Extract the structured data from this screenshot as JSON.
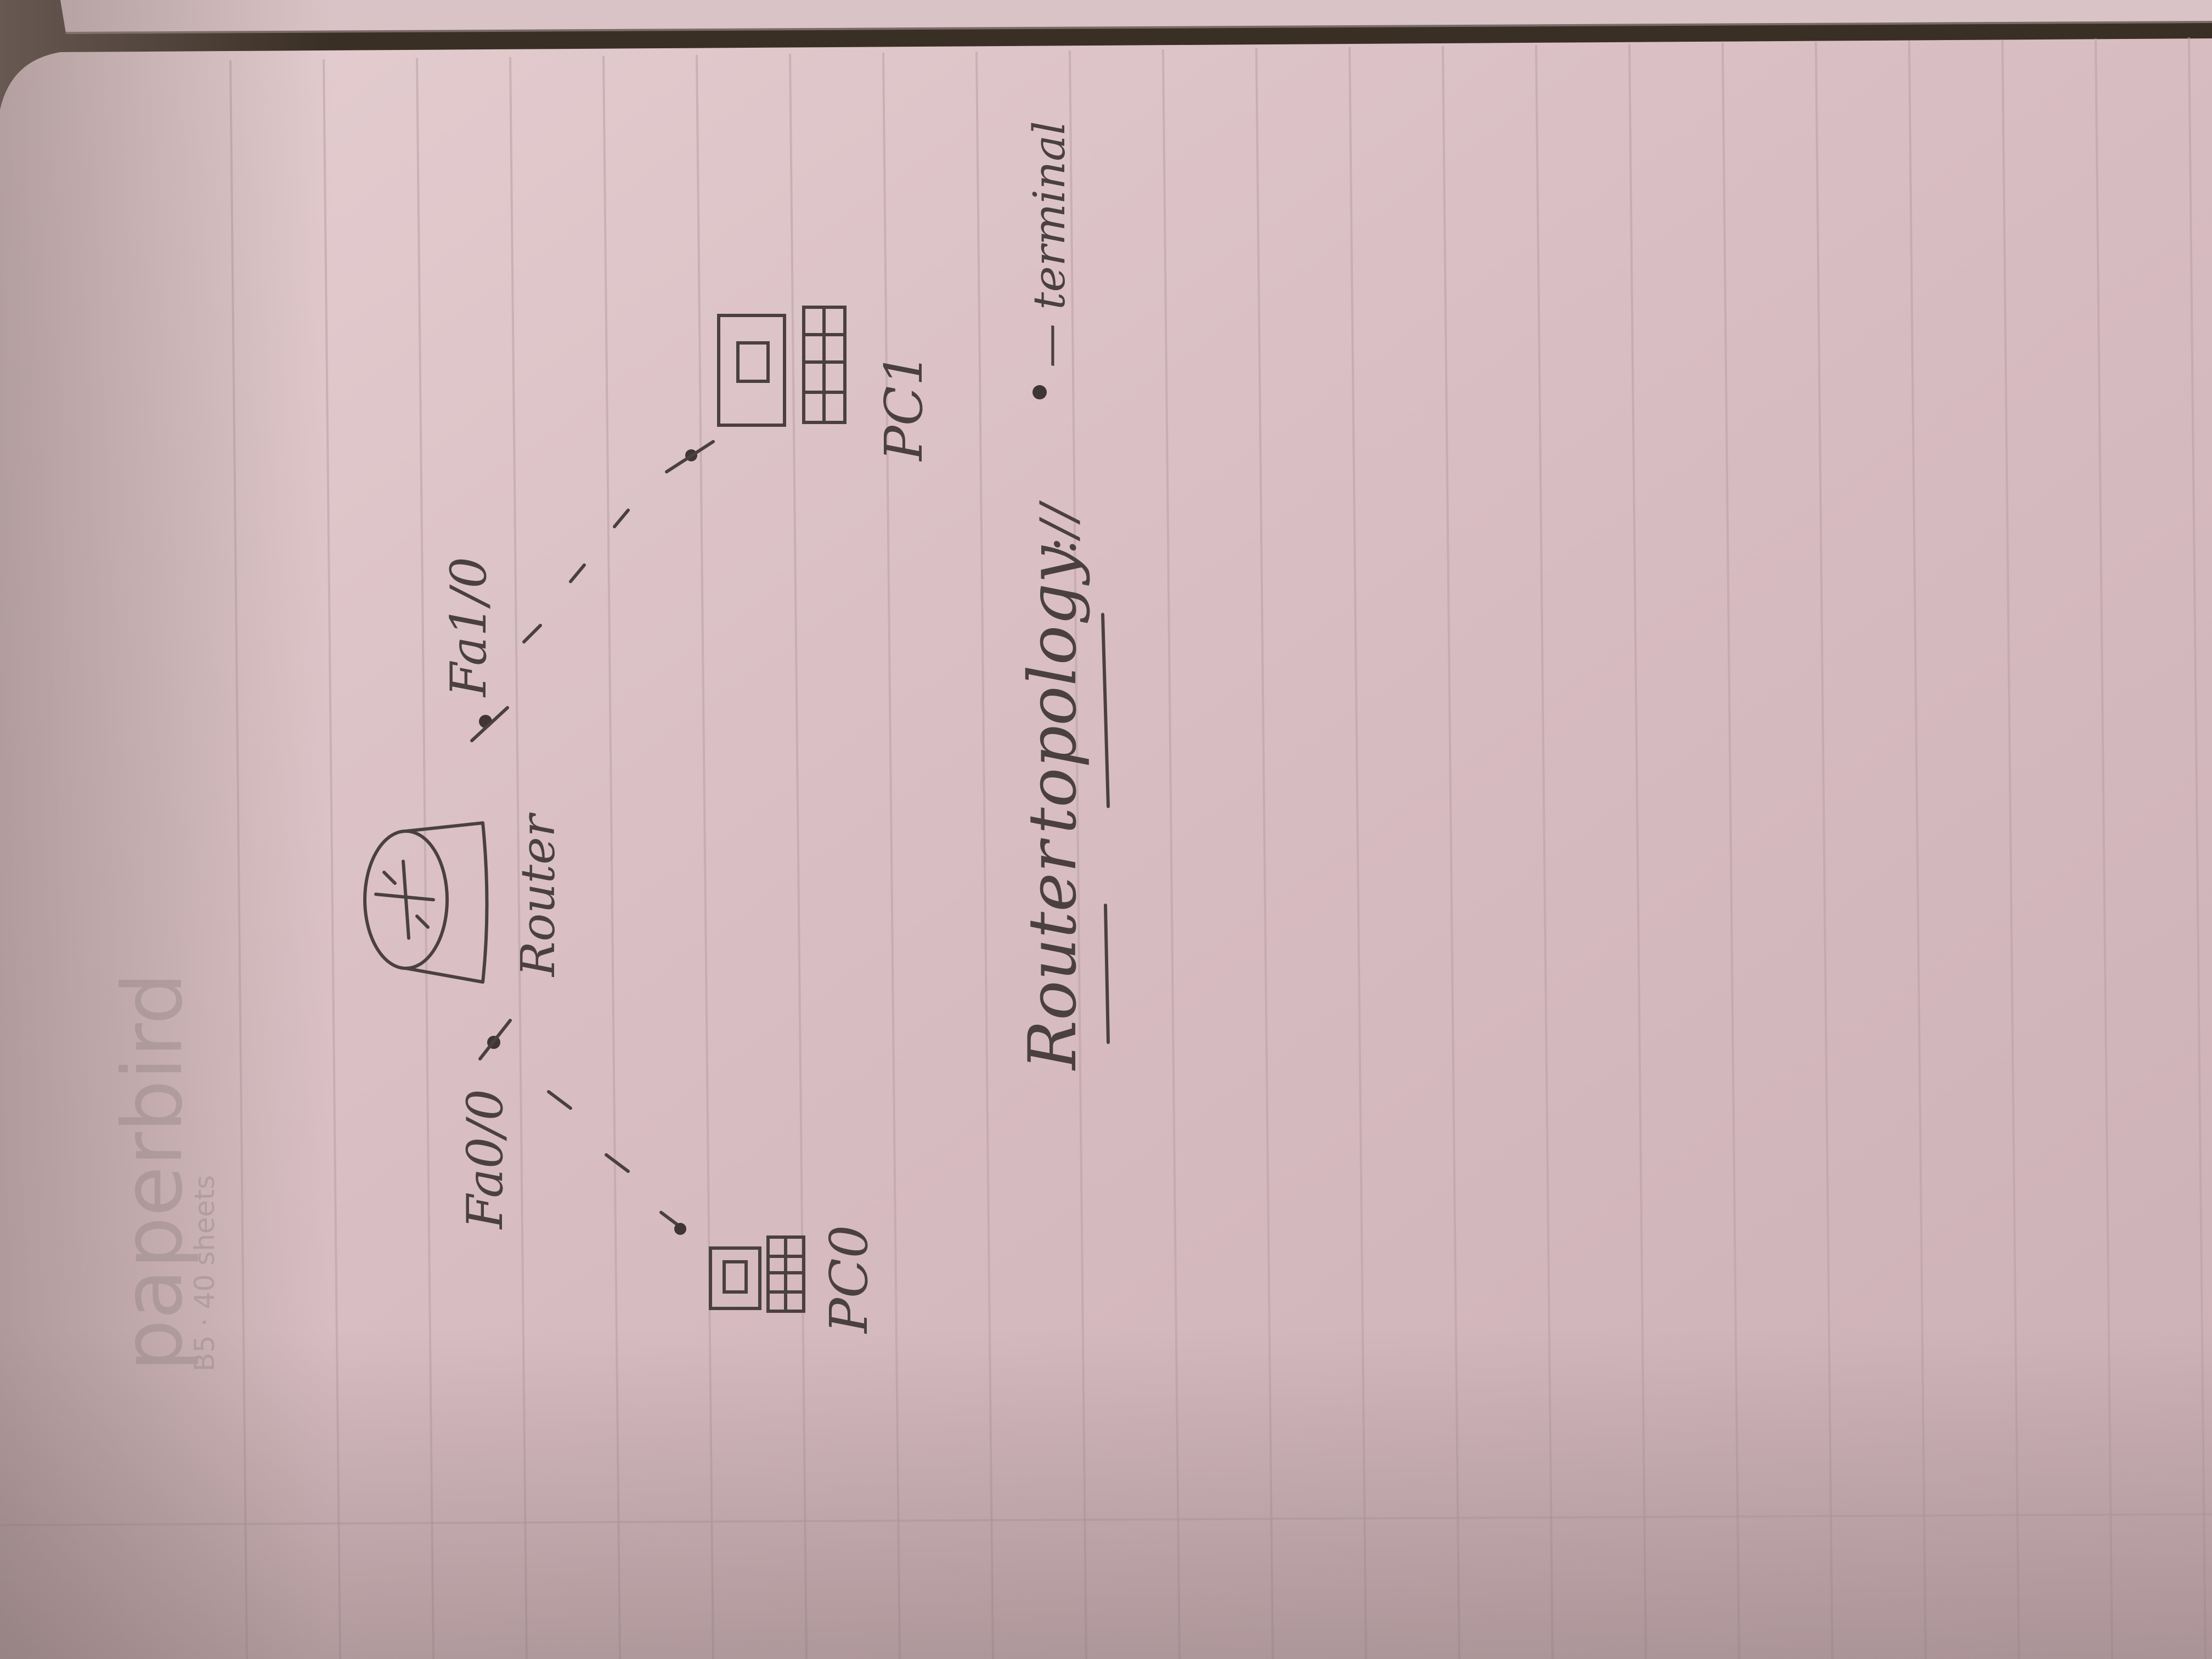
{
  "notebook": {
    "brand_watermark": "paperbird",
    "watermark_sub": "B5 · 40 sheets"
  },
  "diagram": {
    "title_word1": "Router",
    "title_word2": "topology",
    "title_suffix": "://",
    "router_label": "Router",
    "port_left": "Fa0/0",
    "port_right": "Fa1/0",
    "pc0_label": "PC0",
    "pc1_label": "PC1",
    "legend_text": "— terminal"
  },
  "colors": {
    "paper": "#d8bfc3",
    "ink": "#4a4040",
    "rule_line": "#b9a0a8"
  }
}
